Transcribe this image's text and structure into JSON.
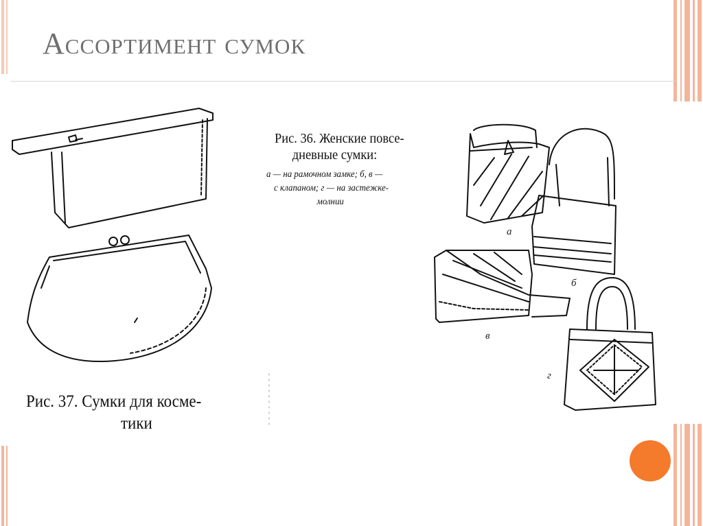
{
  "slide": {
    "title": "Ассортимент сумок",
    "accent_color": "#f47a2c",
    "stripe_color": "#f4b59a"
  },
  "figure37": {
    "caption_line1": "Рис. 37. Сумки для косме-",
    "caption_line2": "тики"
  },
  "figure36": {
    "caption_line1": "Рис. 36. Женские повсе-",
    "caption_line2": "дневные сумки:",
    "sub_line1": "а — на рамочном замке; б, в —",
    "sub_line2": "с клапаном; г — на застежке-",
    "sub_line3": "молнии",
    "labels": {
      "a": "а",
      "b": "б",
      "v": "в",
      "g": "г"
    }
  }
}
